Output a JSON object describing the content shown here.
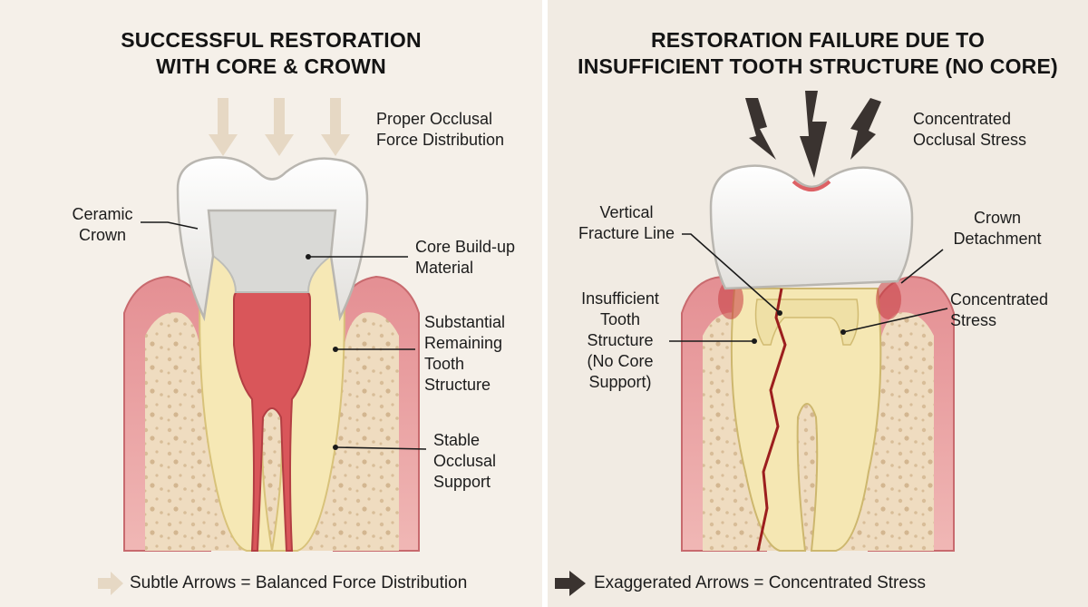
{
  "left": {
    "title": "SUCCESSFUL RESTORATION\nWITH CORE & CROWN",
    "labels": {
      "force": "Proper Occlusal\nForce Distribution",
      "crown": "Ceramic\nCrown",
      "core": "Core Build-up\nMaterial",
      "structure": "Substantial\nRemaining\nTooth\nStructure",
      "support": "Stable\nOcclusal\nSupport"
    },
    "legend": "Subtle Arrows = Balanced Force Distribution"
  },
  "right": {
    "title": "RESTORATION FAILURE DUE TO\nINSUFFICIENT TOOTH STRUCTURE (NO CORE)",
    "labels": {
      "stress_top": "Concentrated\nOcclusal Stress",
      "fracture": "Vertical\nFracture Line",
      "detachment": "Crown\nDetachment",
      "insufficient": "Insufficient\nTooth\nStructure\n(No Core\nSupport)",
      "stress_side": "Concentrated\nStress"
    },
    "legend": "Exaggerated Arrows = Concentrated Stress"
  },
  "colors": {
    "gum": "#e9a7a7",
    "gum_dark": "#cf6f72",
    "bone": "#efdcc0",
    "dentin": "#f6e8b5",
    "enamel": "#f4f4f2",
    "pulp": "#d9565a",
    "fracture": "#9c1e1e",
    "arrow_subtle": "#e6d8c4",
    "arrow_bold": "#3a3330"
  }
}
